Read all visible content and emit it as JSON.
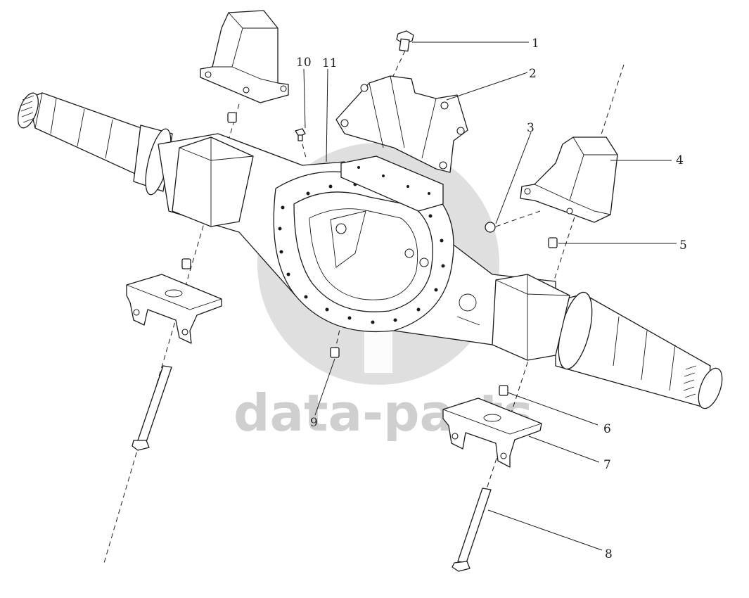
{
  "watermark": {
    "text": "data-parts",
    "logo_color": "#c4c4c4"
  },
  "callouts": [
    {
      "id": "1",
      "label": "1"
    },
    {
      "id": "2",
      "label": "2"
    },
    {
      "id": "3",
      "label": "3"
    },
    {
      "id": "4",
      "label": "4"
    },
    {
      "id": "5",
      "label": "5"
    },
    {
      "id": "6",
      "label": "6"
    },
    {
      "id": "7",
      "label": "7"
    },
    {
      "id": "8",
      "label": "8"
    },
    {
      "id": "9",
      "label": "9"
    },
    {
      "id": "10",
      "label": "10"
    },
    {
      "id": "11",
      "label": "11"
    }
  ]
}
